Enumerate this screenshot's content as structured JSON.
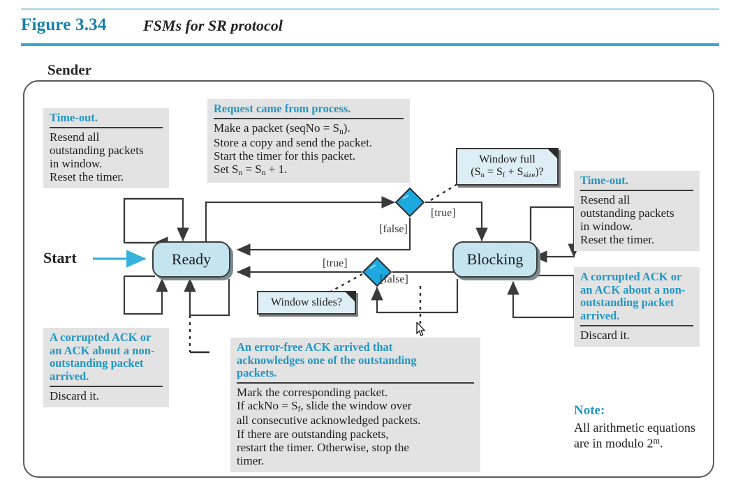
{
  "figure": {
    "number": "Figure 3.34",
    "title": "FSMs for SR protocol",
    "accent": "#2196c4",
    "rule_color": "#3aa6cf"
  },
  "diagram": {
    "section_label": "Sender",
    "start_label": "Start",
    "start_arrow_color": "#36b3dd",
    "state_fill": "#c4e4ef",
    "decision_fill": "#1da9e0",
    "states": [
      {
        "name": "Ready",
        "label": "Ready"
      },
      {
        "name": "Blocking",
        "label": "Blocking"
      }
    ],
    "decisions": [
      {
        "name": "window-full",
        "line1": "Window full",
        "line2_pre": "(S",
        "line2_sub1": "n",
        "line2_mid": " = S",
        "line2_sub2": "f",
        "line2_mid2": " + S",
        "line2_sub3": "size",
        "line2_post": ")?"
      },
      {
        "name": "window-slides",
        "label": "Window slides?"
      }
    ],
    "edge_labels": [
      {
        "name": "window-full-false",
        "text": "[false]"
      },
      {
        "name": "window-full-true",
        "text": "[true]"
      },
      {
        "name": "window-slides-true",
        "text": "[true]"
      },
      {
        "name": "window-slides-false",
        "text": "[false]"
      }
    ]
  },
  "boxes": {
    "timeout_left": {
      "header": "Time-out.",
      "body": [
        "Resend all",
        "outstanding packets",
        "in window.",
        "Reset the timer."
      ]
    },
    "request": {
      "header": "Request came from process.",
      "body_line1_pre": "Make a packet (seqNo = S",
      "body_line1_sub": "n",
      "body_line1_post": ").",
      "body_line2": "Store a copy and send the packet.",
      "body_line3": "Start the timer for this packet.",
      "body_line4_pre": "Set S",
      "body_line4_sub1": "n",
      "body_line4_mid": " = S",
      "body_line4_sub2": "n",
      "body_line4_post": " + 1."
    },
    "timeout_right": {
      "header": "Time-out.",
      "body": [
        "Resend all",
        "outstanding packets",
        "in window.",
        "Reset the timer."
      ]
    },
    "corrupted_right": {
      "header": [
        "A corrupted ACK or",
        "an ACK about a non-",
        "outstanding packet",
        "arrived."
      ],
      "body": [
        "Discard it."
      ]
    },
    "corrupted_left": {
      "header": [
        "A corrupted ACK or",
        "an ACK about a non-",
        "outstanding packet",
        "arrived."
      ],
      "body": [
        "Discard it."
      ]
    },
    "errorfree": {
      "header": [
        "An error-free ACK arrived that",
        "acknowledges one of the outstanding",
        "packets."
      ],
      "body_line1": "Mark the corresponding packet.",
      "body_line2_pre": "If ackNo = S",
      "body_line2_sub": "f",
      "body_line2_post": ", slide the window over",
      "body_line3": "all consecutive acknowledged packets.",
      "body_line4": "If there are outstanding packets,",
      "body_line5": "restart the timer. Otherwise, stop the",
      "body_line6": "timer."
    },
    "note": {
      "header": "Note:",
      "body_line1": "All arithmetic equations",
      "body_line2_pre": "are in modulo 2",
      "body_line2_sup": "m",
      "body_line2_post": "."
    }
  }
}
